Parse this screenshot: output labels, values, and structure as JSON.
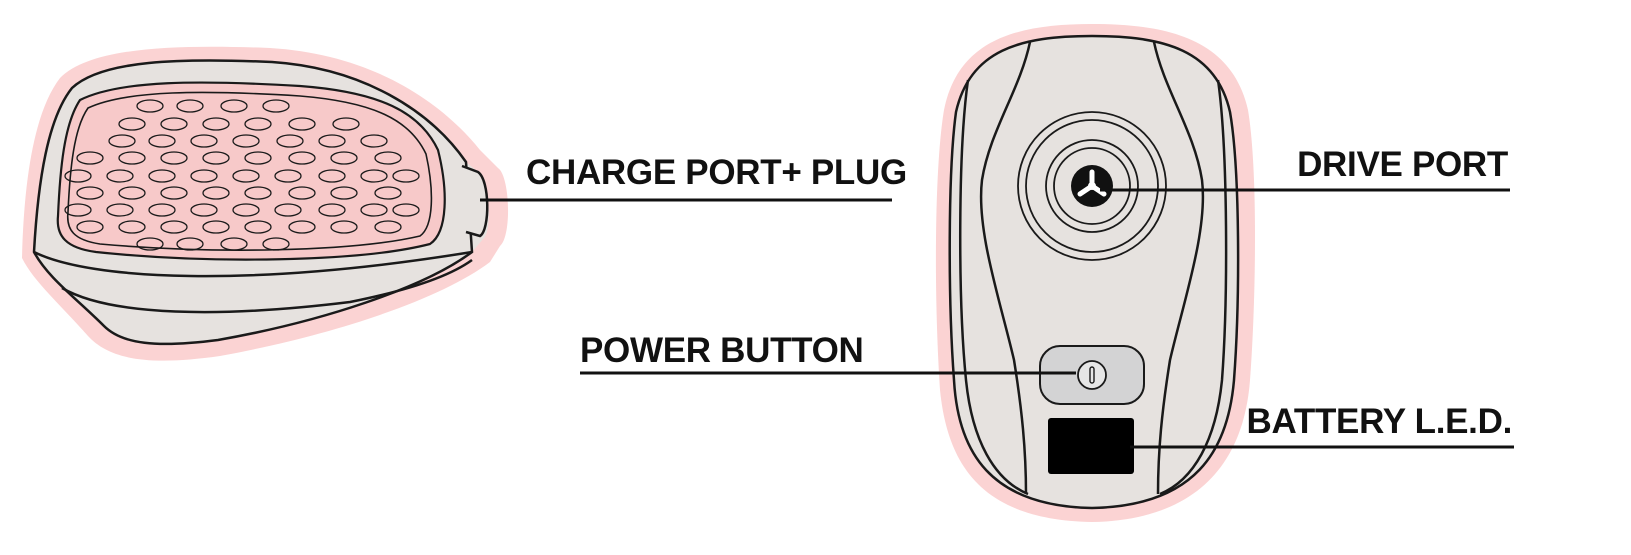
{
  "diagram": {
    "labels": {
      "charge_port": "CHARGE PORT+ PLUG",
      "drive_port": "DRIVE PORT",
      "power_button": "POWER BUTTON",
      "battery_led": "BATTERY L.E.D."
    }
  },
  "colors": {
    "glow": "#fbd3d3",
    "body": "#e6e2df",
    "pad": "#f7c9c9",
    "outline": "#1a1a1a",
    "button": "#d3d3d4",
    "led": "#000000"
  }
}
